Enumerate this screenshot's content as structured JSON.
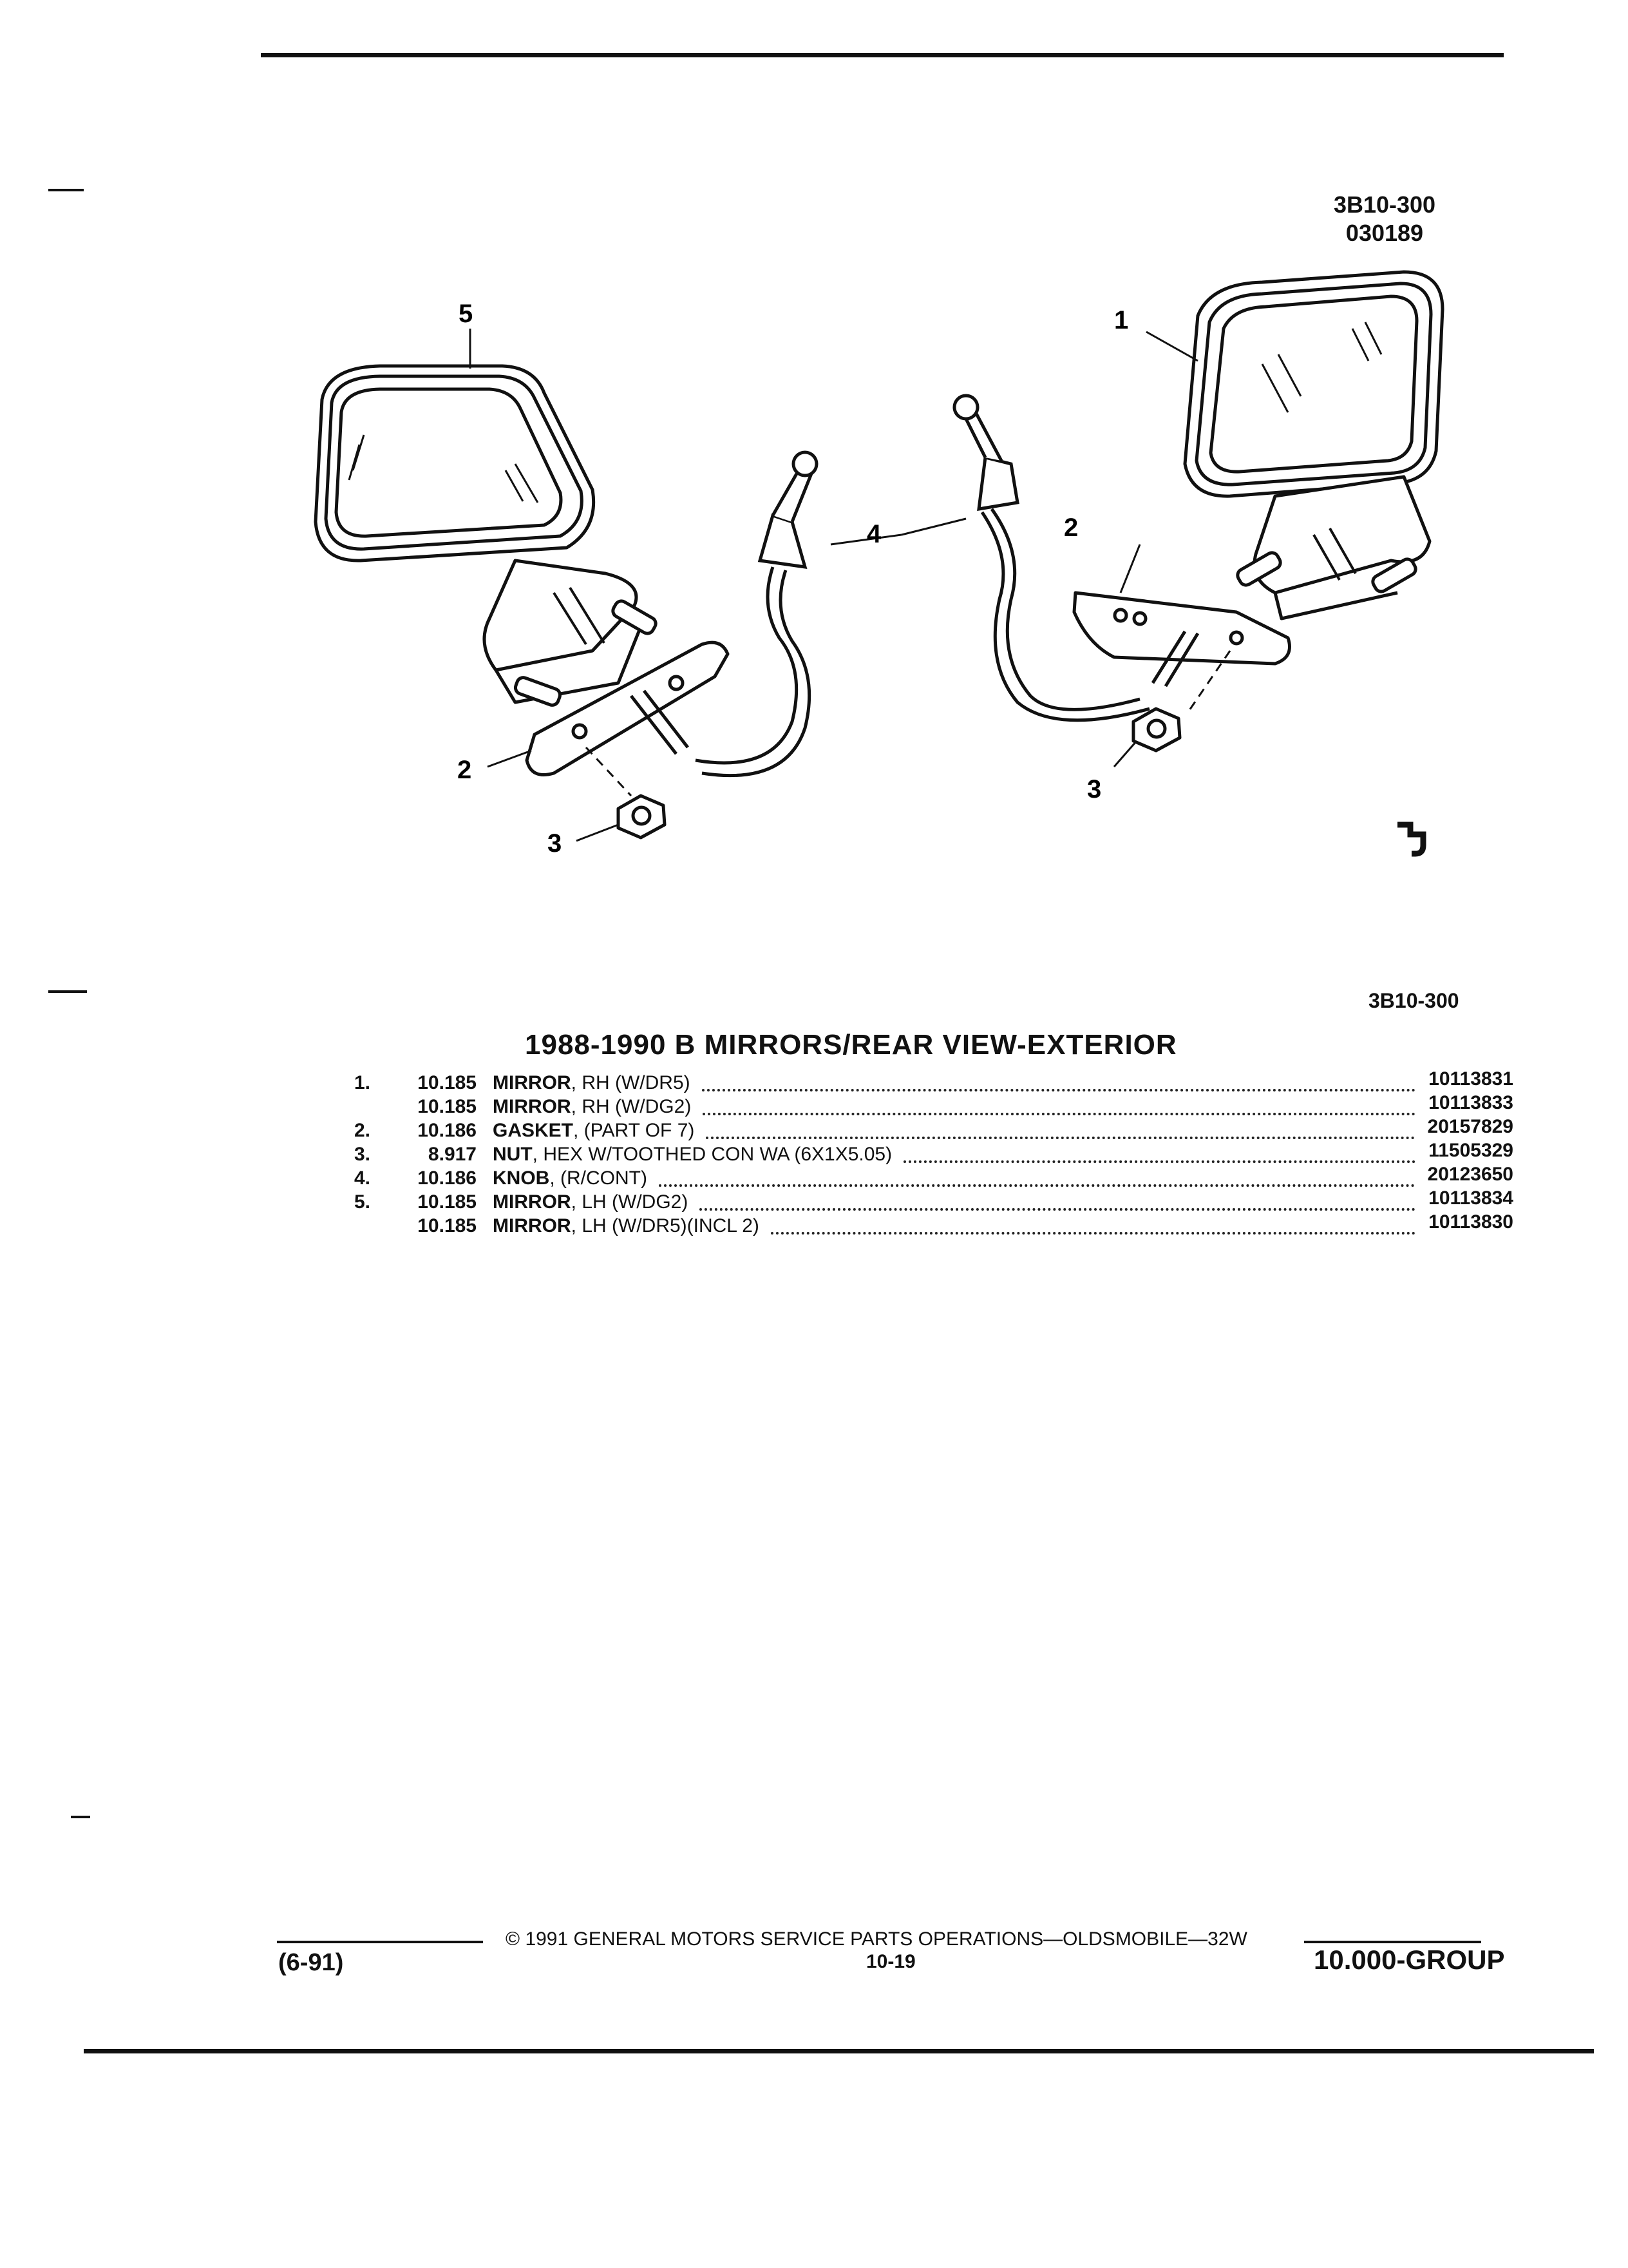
{
  "header": {
    "figure_code": "3B10-300",
    "date_code": "030189"
  },
  "illustration": {
    "callouts": [
      "1",
      "2",
      "2",
      "3",
      "3",
      "4",
      "5"
    ],
    "figure_ref": "3B10-300"
  },
  "section_title": "1988-1990 B MIRRORS/REAR VIEW-EXTERIOR",
  "parts": [
    {
      "item": "1.",
      "group": "10.185",
      "name": "MIRROR",
      "qualifier": ", RH (W/DR5)",
      "part_number": "10113831"
    },
    {
      "item": "",
      "group": "10.185",
      "name": "MIRROR",
      "qualifier": ", RH (W/DG2)",
      "part_number": "10113833"
    },
    {
      "item": "2.",
      "group": "10.186",
      "name": "GASKET",
      "qualifier": ", (PART OF 7)",
      "part_number": "20157829"
    },
    {
      "item": "3.",
      "group": "8.917",
      "name": "NUT",
      "qualifier": ", HEX W/TOOTHED CON WA (6X1X5.05)",
      "part_number": "11505329"
    },
    {
      "item": "4.",
      "group": "10.186",
      "name": "KNOB",
      "qualifier": ", (R/CONT)",
      "part_number": "20123650"
    },
    {
      "item": "5.",
      "group": "10.185",
      "name": "MIRROR",
      "qualifier": ", LH (W/DG2)",
      "part_number": "10113834"
    },
    {
      "item": "",
      "group": "10.185",
      "name": "MIRROR",
      "qualifier": ", LH (W/DR5)(INCL 2)",
      "part_number": "10113830"
    }
  ],
  "footer": {
    "date": "(6-91)",
    "copyright": "© 1991 GENERAL MOTORS SERVICE PARTS OPERATIONS—OLDSMOBILE—32W",
    "page": "10-19",
    "group": "10.000-GROUP"
  }
}
